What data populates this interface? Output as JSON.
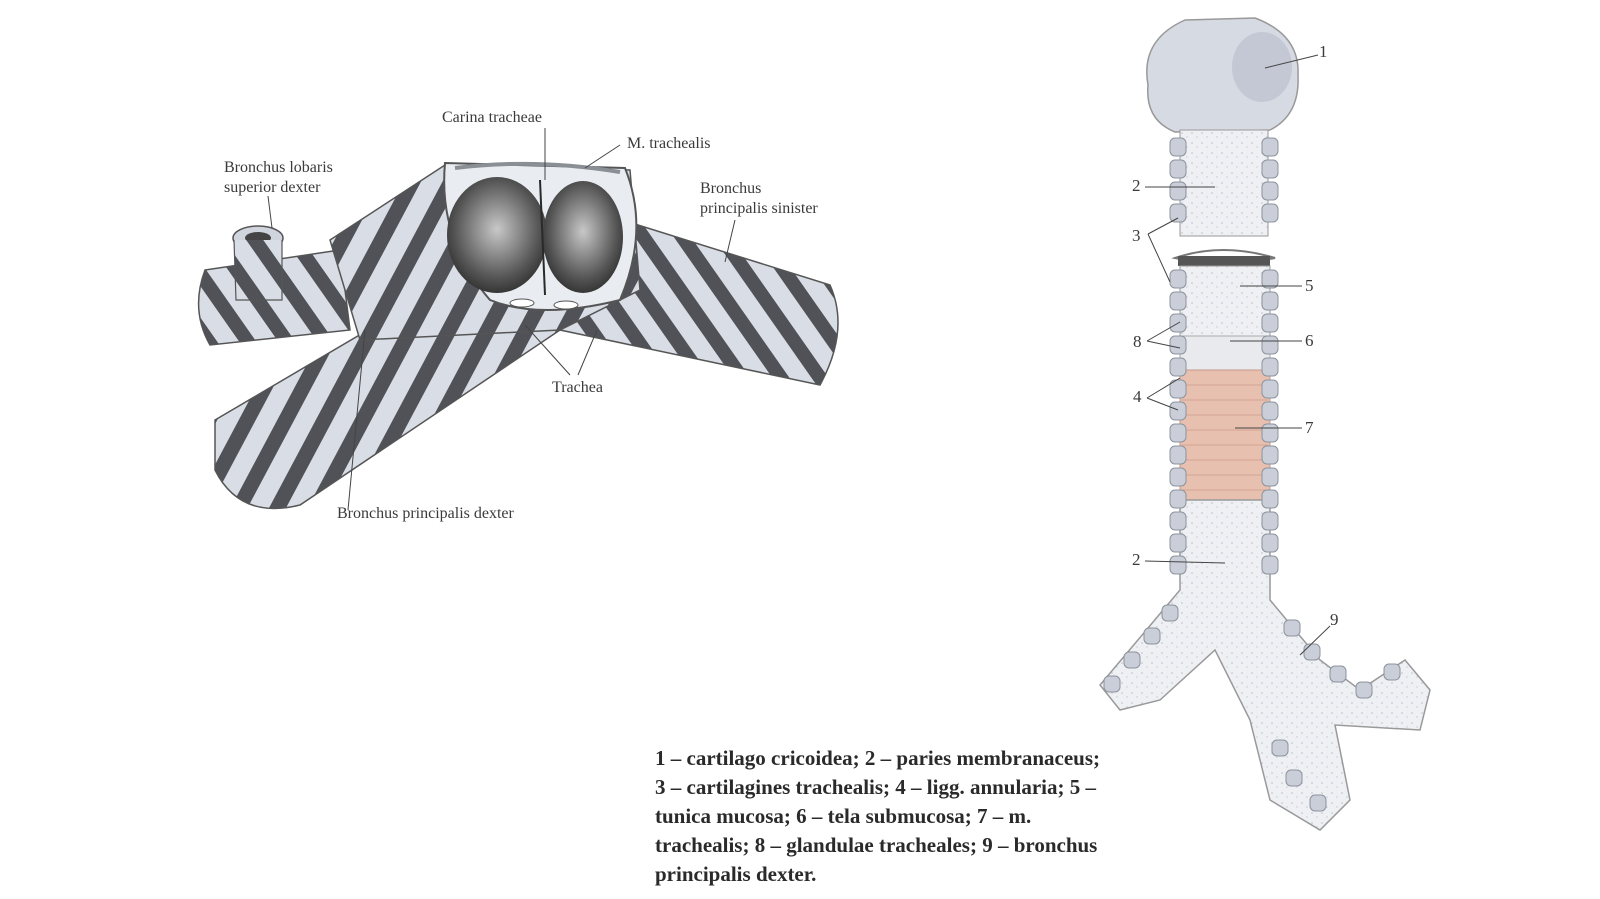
{
  "left_figure": {
    "labels": {
      "carina": "Carina tracheae",
      "trachealis": "M. trachealis",
      "lobar_1": "Bronchus lobaris",
      "lobar_2": "superior dexter",
      "sinister_1": "Bronchus",
      "sinister_2": "principalis sinister",
      "trachea": "Trachea",
      "dexter": "Bronchus principalis dexter"
    }
  },
  "right_figure": {
    "numbers": {
      "n1": "1",
      "n2a": "2",
      "n3": "3",
      "n5": "5",
      "n8": "8",
      "n6": "6",
      "n4": "4",
      "n7": "7",
      "n2b": "2",
      "n9": "9"
    }
  },
  "legend": {
    "lines": [
      "1 – cartilago cricoidea; 2 – paries membranaceus;",
      "3 – cartilagines trachealis; 4 – ligg. annularia; 5 –",
      "tunica mucosa; 6 – tela submucosa; 7 – m.",
      "trachealis; 8 – glandulae tracheales; 9 – bronchus",
      "principalis dexter."
    ]
  },
  "colors": {
    "ring_dark": "#4a4a4a",
    "ring_light": "#d8dde4",
    "mucosa": "#eef0f4",
    "muscle": "#e6b8a8",
    "cartilage": "#c9ced8"
  }
}
